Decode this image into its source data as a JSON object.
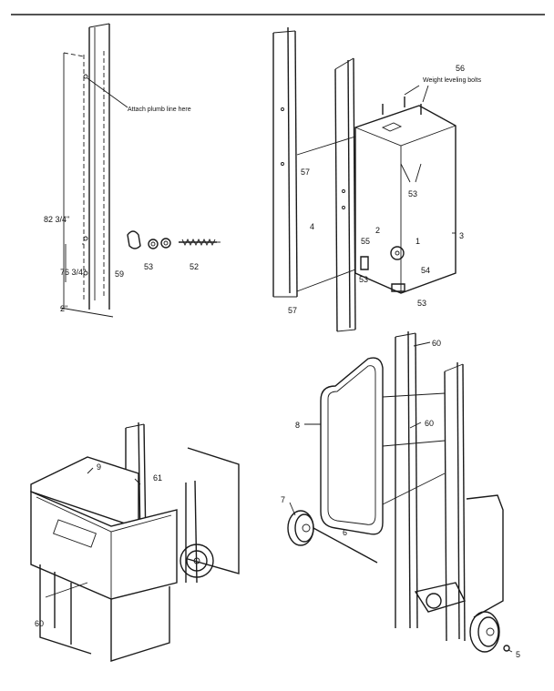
{
  "labels": {
    "plumb": "Attach plumb line here",
    "weight": "Weight leveling bolts",
    "d82": "82 3/4\"",
    "d76": "76 3/4\"",
    "d2": "2\"",
    "p59": "59",
    "p53a": "53",
    "p52": "52",
    "p56": "56",
    "p57a": "57",
    "p4": "4",
    "p53b": "53",
    "p3": "3",
    "p2": "2",
    "p1": "1",
    "p55": "55",
    "p54": "54",
    "p53c": "53",
    "p53d": "53",
    "p57b": "57",
    "p9": "9",
    "p61": "61",
    "p60a": "60",
    "p60b": "60",
    "p8": "8",
    "p60c": "60",
    "p7": "7",
    "p6": "6",
    "p5": "5"
  }
}
